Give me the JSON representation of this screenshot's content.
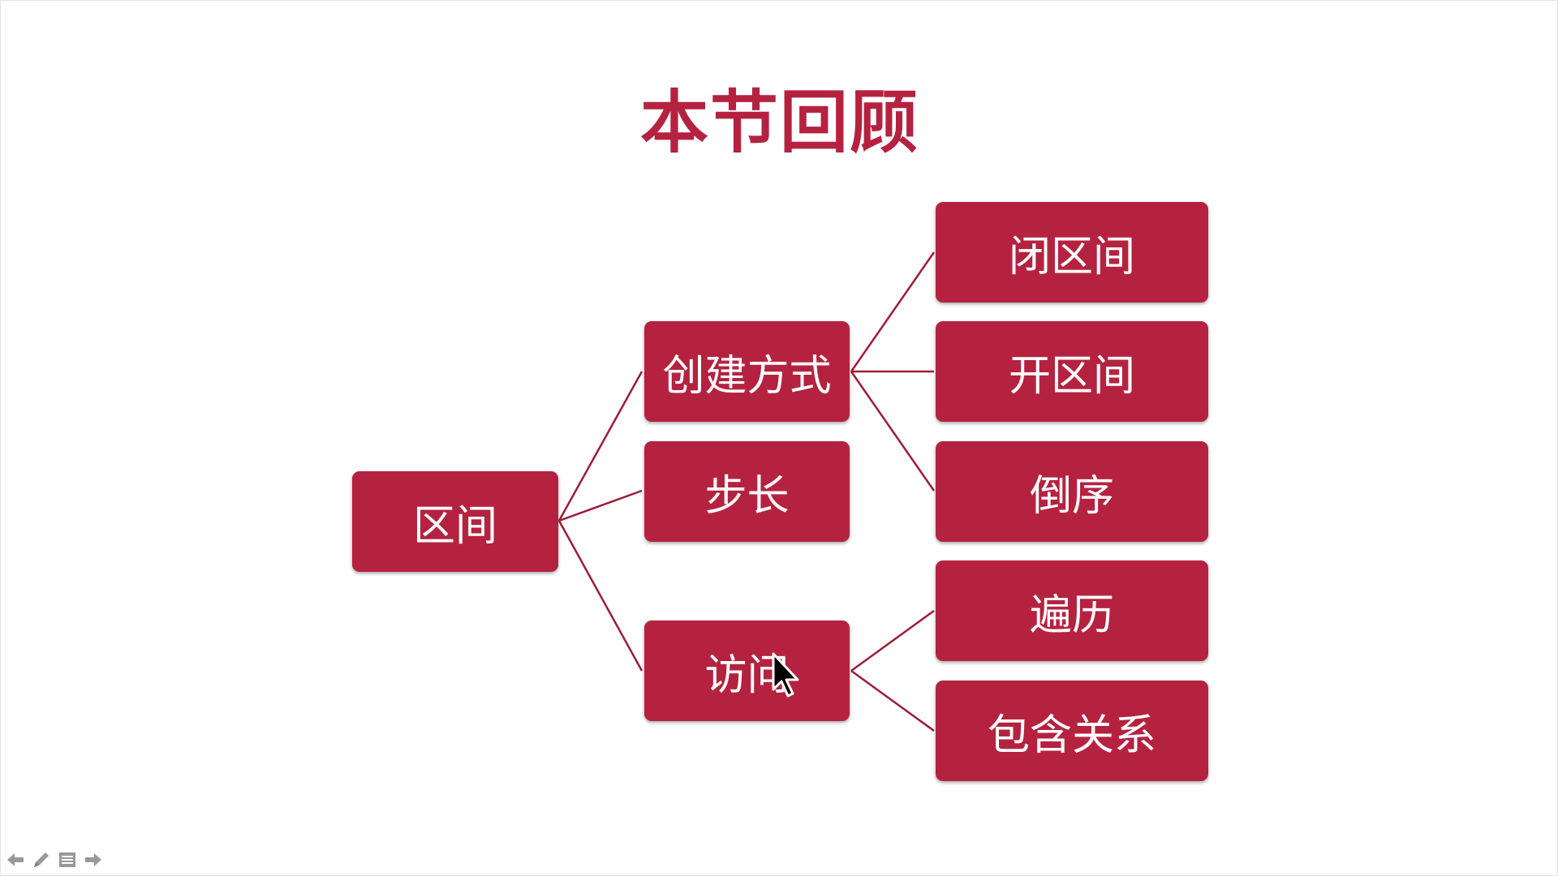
{
  "slide": {
    "title": "本节回顾",
    "accent_color": "#b52240",
    "nodes": {
      "root": "区间",
      "creation": "创建方式",
      "step": "步长",
      "access": "访问",
      "closed_interval": "闭区间",
      "open_interval": "开区间",
      "reverse": "倒序",
      "traverse": "遍历",
      "contains": "包含关系"
    }
  },
  "toolbar": {
    "icons": [
      "arrow-left-icon",
      "pen-icon",
      "menu-icon",
      "arrow-right-icon"
    ]
  }
}
